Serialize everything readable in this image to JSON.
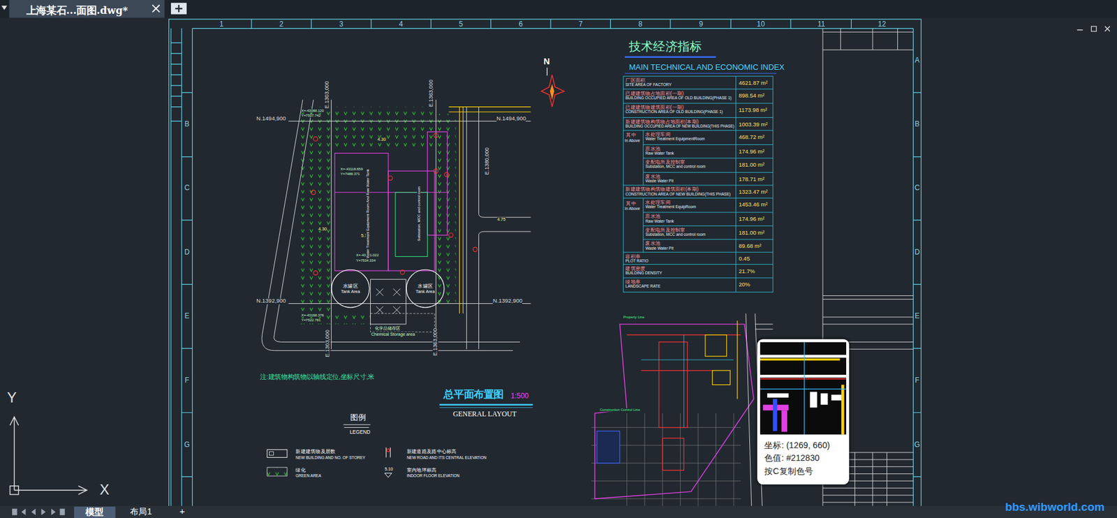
{
  "diagram": {
    "nodes": [
      {
        "text": [
          "上海某石...面图.dwg*"
        ]
      },
      {
        "text": [
          "模型"
        ]
      },
      {
        "text": [
          "布局1"
        ]
      },
      {
        "text": [
          "水罐区",
          "Tank Area"
        ]
      },
      {
        "text": [
          "水罐区",
          "Tank Area"
        ]
      },
      {
        "text": [
          "坐标: (1269, 660)",
          "色值: #212830",
          "按C复制色号"
        ]
      }
    ],
    "labels": [
      "DWG",
      "1",
      "2",
      "3",
      "4",
      "5",
      "6",
      "7",
      "8",
      "9",
      "10",
      "11",
      "12",
      "A",
      "B",
      "C",
      "D",
      "E",
      "F",
      "G",
      "B",
      "C",
      "D",
      "E",
      "F",
      "G",
      "技术经济指标",
      "MAIN TECHNICAL AND ECONOMIC INDEX",
      "厂区面积",
      "SITE AREA OF FACTORY",
      "4621.87 m²",
      "已建建筑物占地面积(一期)",
      "BUILDING OCCUPIED AREA OF OLD BUILDING(PHASE 1)",
      "898.54 m²",
      "已建建筑物建筑面积(一期)",
      "CONSTRUCTION AREA OF OLD BUILDING(PHASE 1)",
      "1173.98 m²",
      "新建建筑物构筑物占地面积(本期)",
      "BUILDING OCCUPIED AREA OF NEW BUILDING(THIS PHASE)",
      "1003.39 m²",
      "其中",
      "In Above",
      "水处理车间",
      "Water Treatment EquipmentRoom",
      "468.72 m²",
      "原水池",
      "Raw Water Tank",
      "174.96 m²",
      "变配电所及控制室",
      "Substation, MCC and control room",
      "181.00 m²",
      "废水池",
      "Waste Water Pit",
      "178.71 m²",
      "新建建筑物构筑物建筑面积(本期)",
      "CONSTRUCTION AREA OF NEW BUILDING(THIS PHASE)",
      "1323.47 m²",
      "其中",
      "In Above",
      "水处理车间",
      "Water Treatment EquipRoom",
      "1453.46 m²",
      "原水池",
      "Raw Water Tank",
      "174.96 m²",
      "变配电所及控制室",
      "Substation, MCC and control room",
      "181.00 m²",
      "废水池",
      "Waste Water Pit",
      "89.68 m²",
      "容积率",
      "PLOT RATIO",
      "0.45",
      "建筑密度",
      "BUILDING DENSITY",
      "21.7%",
      "绿地率",
      "LANDSCAPE RATE",
      "20%",
      "N",
      "N.1494,900",
      "N.1494,900",
      "N.1392,900",
      "N.1392,900",
      "E.1303,000",
      "E.1363,000",
      "E.1380,000",
      "E.1303,000",
      "E.1363,000",
      "X=-43088.120",
      "Y=7507.742",
      "X=-43118.659",
      "Y=7488.371",
      "X=-43131.022",
      "Y=7534.334",
      "X=-43168.376",
      "Y=7522.781",
      "4.30",
      "5.10",
      "4.75",
      "4.30",
      "Water Treatment Equipment Room And Raw Water Tank",
      "Substation, MCC and control room",
      "化学品储存区",
      "Chemical Storage area",
      "注:建筑物构筑物以轴线定位,坐标尺寸,米",
      "总平面布置图",
      "1:500",
      "GENERAL LAYOUT",
      "图例",
      "LEGEND",
      "NEW BUILDING AND NO. OF STOREY",
      "GREEN AREA",
      "NEW ROAD AND ITS CENTRAL ELEVATION",
      "5.10",
      "INDOOR FLOOR ELEVATION",
      "Property Line",
      "Construction Control Line",
      "Y",
      "X",
      "+",
      "bbs.wibworld.com"
    ],
    "legend": [
      {
        "text": "新建建筑物及层数"
      },
      {
        "text": "绿化"
      },
      {
        "text": "新建道路及路中心标高"
      },
      {
        "text": "室内地坪标高"
      }
    ]
  }
}
